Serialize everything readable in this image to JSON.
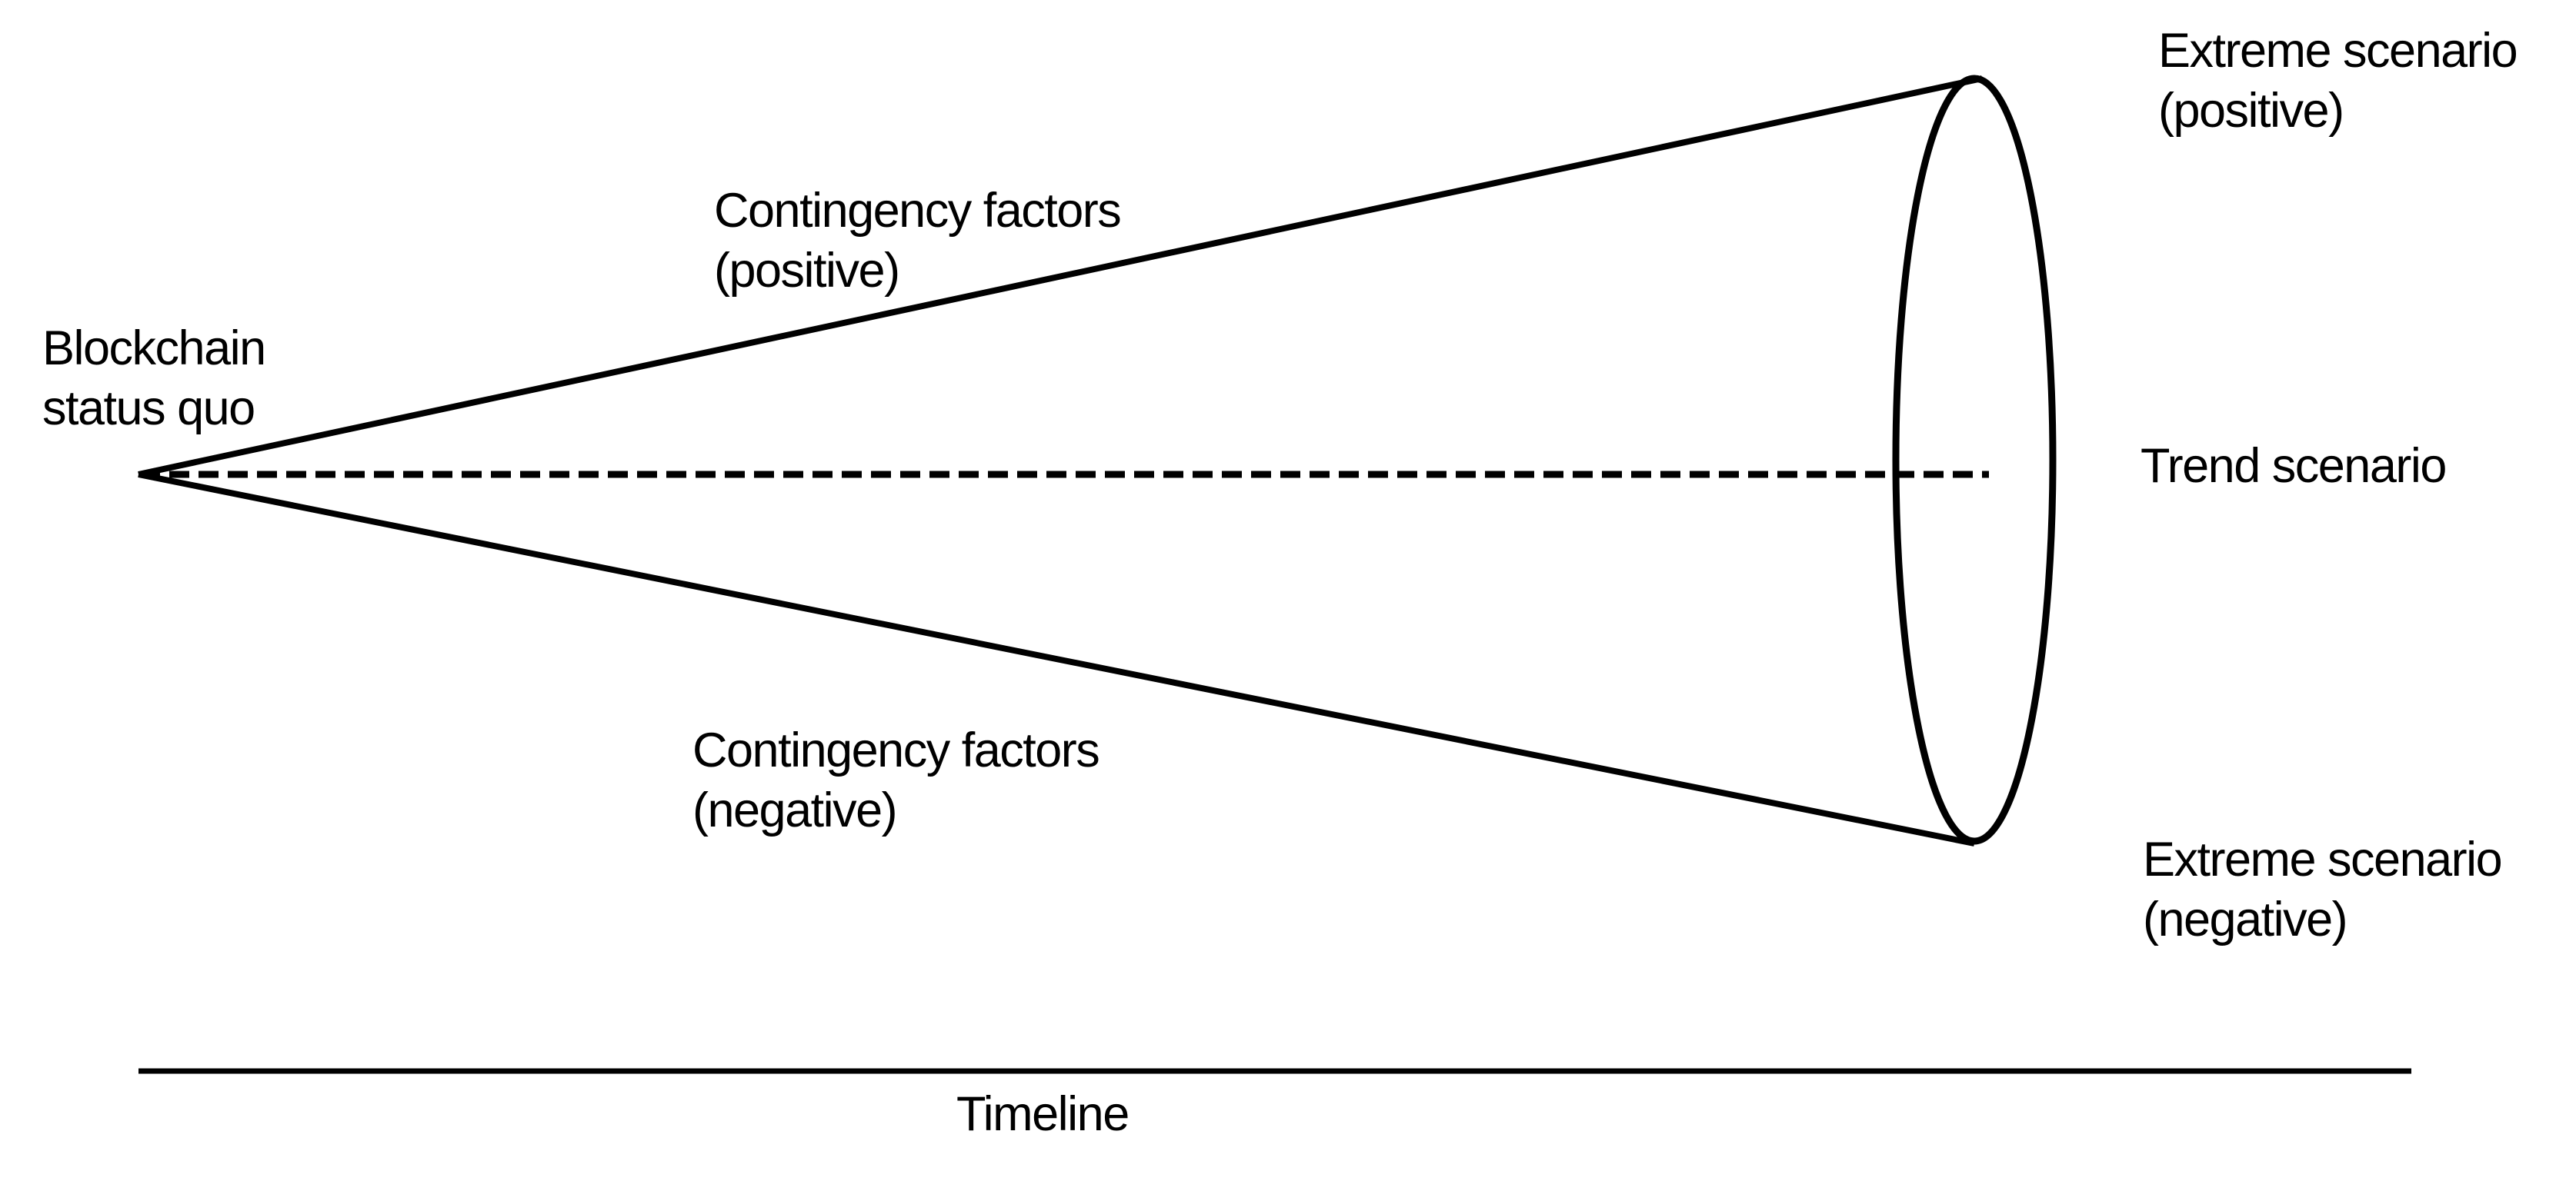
{
  "diagram": {
    "type": "scenario-funnel",
    "labels": {
      "start": "Blockchain\nstatus quo",
      "contingency_positive": "Contingency factors\n(positive)",
      "contingency_negative": "Contingency factors\n(negative)",
      "extreme_positive": "Extreme scenario\n(positive)",
      "trend": "Trend scenario",
      "extreme_negative": "Extreme scenario\n(negative)",
      "timeline": "Timeline"
    },
    "colors": {
      "ink": "#000000",
      "background": "#ffffff"
    }
  }
}
